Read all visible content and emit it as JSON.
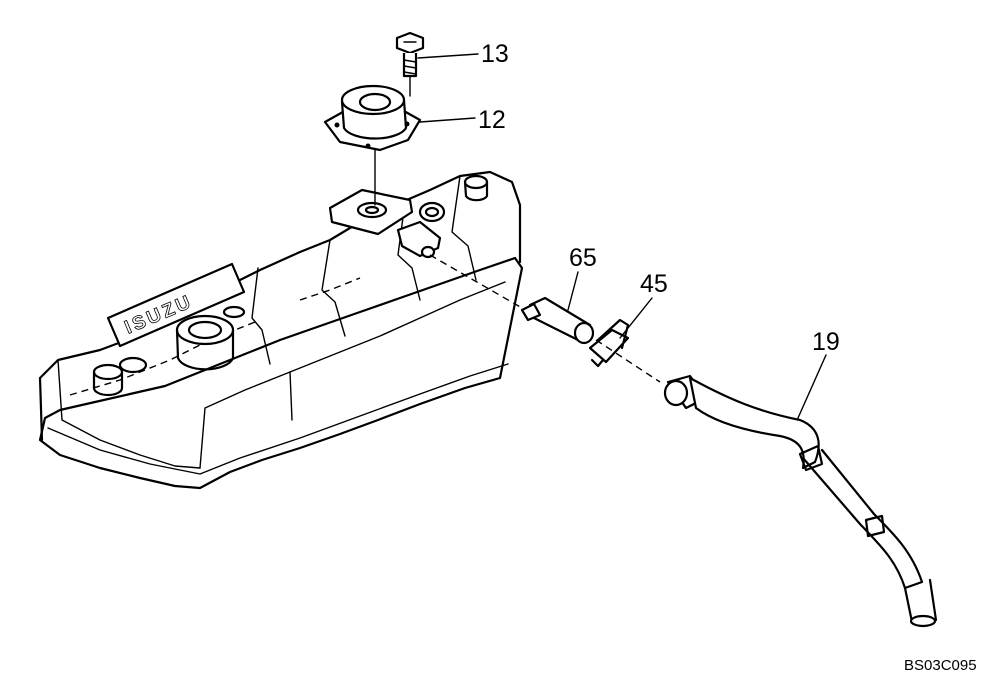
{
  "diagram": {
    "logo_text": "ISUZU",
    "reference_code": "BS03C095",
    "callouts": [
      {
        "id": "13",
        "label": "13"
      },
      {
        "id": "12",
        "label": "12"
      },
      {
        "id": "65",
        "label": "65"
      },
      {
        "id": "45",
        "label": "45"
      },
      {
        "id": "19",
        "label": "19"
      }
    ]
  }
}
